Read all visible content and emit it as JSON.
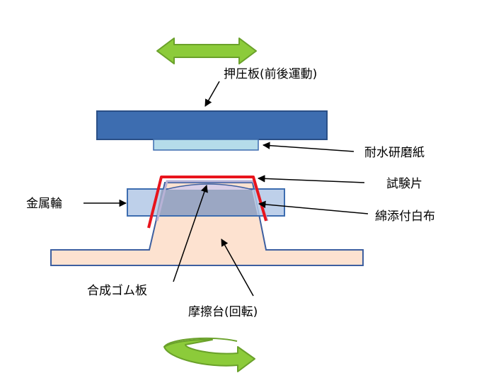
{
  "labels": {
    "pressing_plate": "押圧板(前後運動)",
    "waterproof_paper": "耐水研磨紙",
    "test_piece": "試験片",
    "metal_ring": "金属輪",
    "cotton_cloth": "綿添付白布",
    "rubber_plate": "合成ゴム板",
    "friction_table": "摩擦台(回転)"
  },
  "colors": {
    "pressing_plate": "#3d6db0",
    "sandpaper": "#b5dcea",
    "test_piece": "#e8141c",
    "metal_ring": "#b3c8e6",
    "friction_table": "#fde2d0",
    "arrow_green": "#8ccb3a",
    "arrow_green_dark": "#6aa12a",
    "cotton_cloth": "#b8b2d6"
  },
  "icons": {
    "reciprocating_arrow": "double-headed-arrow-icon",
    "rotation_arrow": "curved-rotation-arrow-icon"
  }
}
